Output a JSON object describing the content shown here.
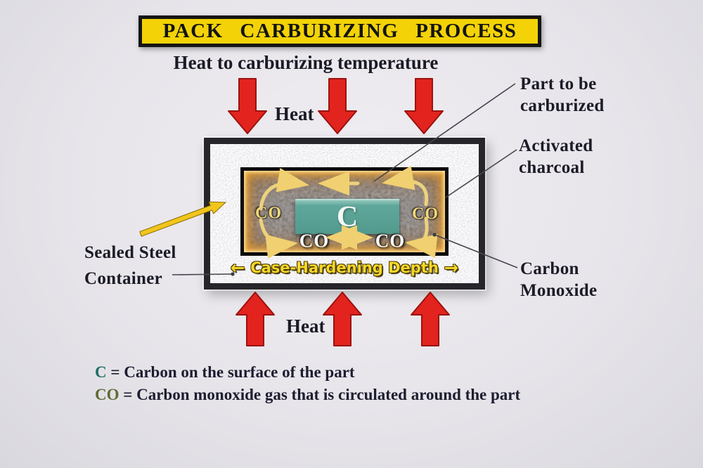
{
  "title": "PACK  CARBURIZING  PROCESS",
  "subtitle": "Heat to carburizing temperature",
  "heat": {
    "top": "Heat",
    "bottom": "Heat"
  },
  "callouts": {
    "part": {
      "line1": "Part to be",
      "line2": "carburized"
    },
    "charcoal": {
      "line1": "Activated",
      "line2": "charcoal"
    },
    "monoxide": {
      "line1": "Carbon",
      "line2": "Monoxide"
    },
    "container": {
      "line1": "Sealed Steel",
      "line2": "Container"
    }
  },
  "chamber": {
    "part_symbol": "C",
    "co_left": "CO",
    "co_right": "CO",
    "co_bottom_left": "CO",
    "co_bottom_right": "CO"
  },
  "depth": {
    "arrow_left": "←",
    "label": "Case-Hardening Depth",
    "arrow_right": "→"
  },
  "legend": {
    "line1": {
      "symbol": "C",
      "rest": "=  Carbon on the surface of the part"
    },
    "line2": {
      "symbol": "CO",
      "rest": "=  Carbon monoxide gas that is circulated around the part"
    }
  },
  "colors": {
    "banner_yellow": "#f3d307",
    "heat_arrow_red": "#e2231e",
    "part_teal": "#5fa79b",
    "co_gold": "#f3d878",
    "depth_yellow": "#f6d729",
    "legend_c_teal": "#1f6f66",
    "legend_co_olive": "#5f6b35",
    "background_gray": "#e7e5ea"
  }
}
